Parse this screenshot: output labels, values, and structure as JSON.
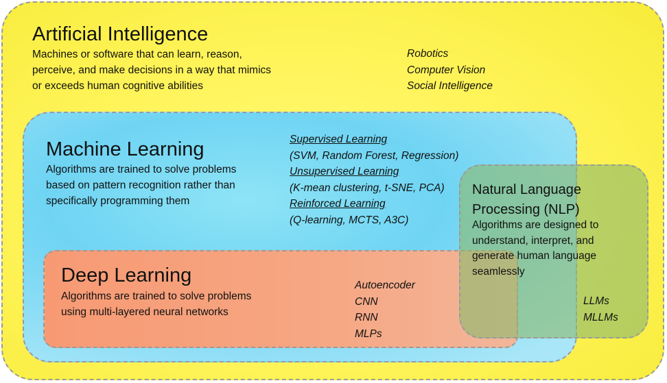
{
  "ai": {
    "title": "Artificial Intelligence",
    "description": [
      "Machines or software that can learn, reason,",
      "perceive, and make decisions in a way that mimics",
      "or exceeds human cognitive abilities"
    ],
    "examples": [
      "Robotics",
      "Computer Vision",
      "Social Intelligence"
    ]
  },
  "ml": {
    "title": "Machine Learning",
    "description": [
      "Algorithms are trained to solve problems",
      "based on pattern recognition rather than",
      "specifically programming them"
    ],
    "types": [
      {
        "name": "Supervised Learning",
        "examples": "(SVM, Random Forest, Regression)"
      },
      {
        "name": "Unsupervised Learning",
        "examples": "(K-mean clustering, t-SNE, PCA)"
      },
      {
        "name": "Reinforced Learning",
        "examples": "(Q-learning, MCTS, A3C)"
      }
    ]
  },
  "dl": {
    "title": "Deep Learning",
    "description": [
      "Algorithms are trained to solve problems",
      "using multi-layered neural networks"
    ],
    "examples": [
      "Autoencoder",
      "CNN",
      "RNN",
      "MLPs"
    ]
  },
  "nlp": {
    "title": [
      "Natural Language",
      "Processing (NLP)"
    ],
    "description": [
      "Algorithms are designed to",
      "understand, interpret, and",
      "generate human language",
      "seamlessly"
    ],
    "examples": [
      "LLMs",
      "MLLMs"
    ]
  },
  "colors": {
    "ai_fill": "#fff45a",
    "ml_fill": "#6fd4f3",
    "dl_fill": "#f79a74",
    "nlp_fill": "#8dba6e",
    "border": "#9a9a9a"
  }
}
